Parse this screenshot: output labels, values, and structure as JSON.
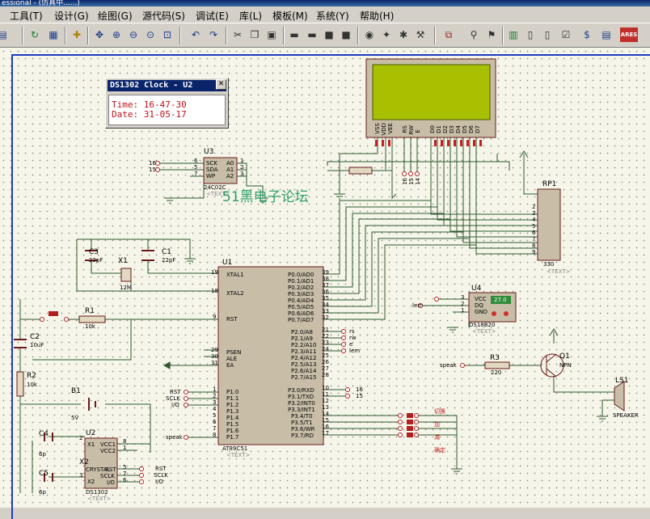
{
  "window": {
    "title": "essional - (仿真中......)"
  },
  "menu": [
    {
      "id": "tools",
      "label": "工具(T)"
    },
    {
      "id": "design",
      "label": "设计(G)"
    },
    {
      "id": "graph",
      "label": "绘图(G)"
    },
    {
      "id": "source",
      "label": "源代码(S)"
    },
    {
      "id": "debug",
      "label": "调试(E)"
    },
    {
      "id": "library",
      "label": "库(L)"
    },
    {
      "id": "template",
      "label": "模板(M)"
    },
    {
      "id": "system",
      "label": "系统(Y)"
    },
    {
      "id": "help",
      "label": "帮助(H)"
    }
  ],
  "toolbar_icons": [
    "new-file-icon",
    "refresh-icon",
    "grid-icon",
    "origin-icon",
    "pan-icon",
    "zoom-in-icon",
    "zoom-out-icon",
    "zoom-all-icon",
    "zoom-area-icon",
    "undo-icon",
    "redo-icon",
    "cut-icon",
    "copy-icon",
    "paste-icon",
    "block-copy-icon",
    "block-move-icon",
    "block-rotate-icon",
    "block-delete-icon",
    "pick-device-icon",
    "make-device-icon",
    "packaging-tool-icon",
    "decompose-icon",
    "wire-autorouter-icon",
    "search-tag-icon",
    "property-assign-icon",
    "new-sheet-icon",
    "remove-sheet-icon",
    "goto-sheet-icon",
    "bill-of-materials-icon",
    "electrical-rules-icon",
    "ares-icon"
  ],
  "clock_popup": {
    "title": "DS1302 Clock - U2",
    "time_label": "Time:",
    "time_value": "16-47-30",
    "date_label": "Date:",
    "date_value": "31-05-17"
  },
  "watermark": "51黑电子论坛",
  "components": {
    "U1": {
      "ref": "U1",
      "part": "AT89C51",
      "text": "<TEXT>"
    },
    "U2": {
      "ref": "U2",
      "part": "DS1302",
      "text": "<TEXT>"
    },
    "U3": {
      "ref": "U3",
      "part": "24C02C",
      "text": "<TEXT>"
    },
    "U4": {
      "ref": "U4",
      "part": "DS18B20",
      "text": "<TEXT>",
      "display": "27.0"
    },
    "RP1": {
      "ref": "RP1",
      "part": "330",
      "text": "<TEXT>"
    },
    "C1": {
      "ref": "C1",
      "value": "22pF"
    },
    "C2": {
      "ref": "C2",
      "value": "10uF"
    },
    "C3": {
      "ref": "C3",
      "value": "22pF"
    },
    "C4": {
      "ref": "C4",
      "value": "6p"
    },
    "C5": {
      "ref": "C5",
      "value": "6p"
    },
    "X1": {
      "ref": "X1",
      "value": "12M"
    },
    "X2": {
      "ref": "X2",
      "value": "CRYSTAL"
    },
    "R1": {
      "ref": "R1",
      "value": "10k"
    },
    "R2": {
      "ref": "R2",
      "value": "10k"
    },
    "R3": {
      "ref": "R3",
      "value": "220"
    },
    "Q1": {
      "ref": "Q1",
      "value": "NPN"
    },
    "B1": {
      "ref": "B1",
      "value": "5V"
    },
    "LS1": {
      "ref": "LS1",
      "value": "SPEAKER"
    }
  },
  "u1_left_pins": [
    "XTAL1",
    "XTAL2",
    "RST",
    "PSEN",
    "ALE",
    "EA",
    "P1.0",
    "P1.1",
    "P1.2",
    "P1.3",
    "P1.4",
    "P1.5",
    "P1.6",
    "P1.7"
  ],
  "u1_left_pin_numbers": [
    "19",
    "18",
    "9",
    "29",
    "30",
    "31",
    "1",
    "2",
    "3",
    "4",
    "5",
    "6",
    "7",
    "8"
  ],
  "u1_right_pins": [
    "P0.0/AD0",
    "P0.1/AD1",
    "P0.2/AD2",
    "P0.3/AD3",
    "P0.4/AD4",
    "P0.5/AD5",
    "P0.6/AD6",
    "P0.7/AD7",
    "P2.0/A8",
    "P2.1/A9",
    "P2.2/A10",
    "P2.3/A11",
    "P2.4/A12",
    "P2.5/A13",
    "P2.6/A14",
    "P2.7/A15",
    "P3.0/RXD",
    "P3.1/TXD",
    "P3.2/INT0",
    "P3.3/INT1",
    "P3.4/T0",
    "P3.5/T1",
    "P3.6/WR",
    "P3.7/RD"
  ],
  "u1_right_pin_numbers": [
    "39",
    "38",
    "37",
    "36",
    "35",
    "34",
    "33",
    "32",
    "21",
    "22",
    "23",
    "24",
    "25",
    "26",
    "27",
    "28",
    "10",
    "11",
    "12",
    "13",
    "14",
    "15",
    "16",
    "17"
  ],
  "u3_pins_left": [
    "SCK",
    "SDA",
    "WP"
  ],
  "u3_pins_right": [
    "A0",
    "A1",
    "A2"
  ],
  "u3_pin_numbers_left": [
    "6",
    "5",
    "7"
  ],
  "u3_pin_numbers_right": [
    "1",
    "2",
    "3"
  ],
  "u3_net_left": [
    "16",
    "15"
  ],
  "u2_pins_left": [
    "X1",
    "X2"
  ],
  "u2_pins_right": [
    "VCC1",
    "VCC2",
    "RST",
    "SCLK",
    "I/O"
  ],
  "u2_pin_numbers": [
    "2",
    "3",
    "8",
    "1",
    "5",
    "7",
    "6"
  ],
  "u2_nets": [
    "RST",
    "SCLK",
    "I/O"
  ],
  "u4_pins": [
    "VCC",
    "DQ",
    "GND"
  ],
  "u4_pin_numbers": [
    "3",
    "2",
    "1"
  ],
  "lcd_pins": [
    "VSS",
    "VDD",
    "VEE",
    "RS",
    "RW",
    "E",
    "D0",
    "D1",
    "D2",
    "D3",
    "D4",
    "D5",
    "D6",
    "D7"
  ],
  "rp1_pin_numbers": [
    "2",
    "3",
    "4",
    "5",
    "6",
    "7",
    "8",
    "9"
  ],
  "nets": {
    "lcd_ctrl": [
      "16",
      "15",
      "14"
    ],
    "p2": [
      "rs",
      "rw",
      "e",
      "lem"
    ],
    "p1": [
      "RST",
      "SCLK",
      "I/O"
    ],
    "p3": [
      "16",
      "15"
    ],
    "speak": "speak",
    "lem": "lem",
    "buttons": [
      "切换",
      "加",
      "减",
      "确定"
    ]
  }
}
